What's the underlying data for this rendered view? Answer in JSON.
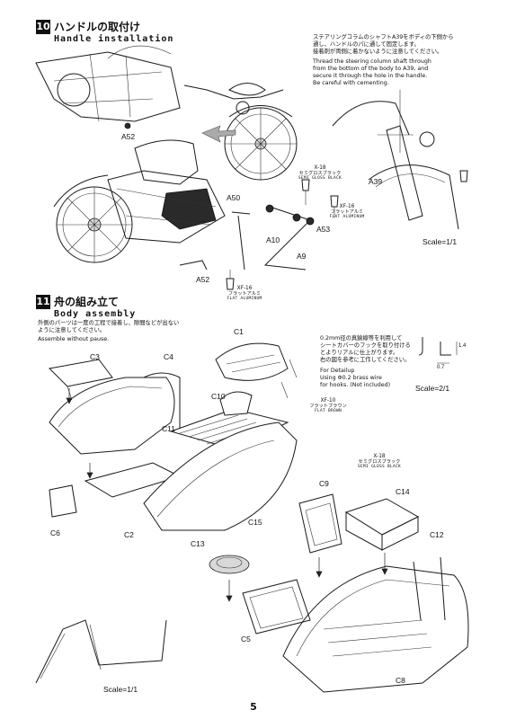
{
  "step10": {
    "number": "10",
    "title_jp": "ハンドルの取付け",
    "title_en": "Handle installation",
    "note_jp": [
      "ステアリングコラムのシャフトA39をボディの下側から",
      "通し、ハンドルのパに通して固定します。",
      "接着剤が両側に着かないように注意してください。"
    ],
    "note_en": [
      "Thread the steering column shaft through",
      "from the bottom of the body to A39, and",
      "secure it through the hole in the handle.",
      "Be careful with cementing."
    ],
    "labels": {
      "a52_top": "A52",
      "a50": "A50",
      "a10": "A10",
      "a53": "A53",
      "a9": "A9",
      "a52_bottom": "A52",
      "a39": "A39"
    },
    "paint_x18": {
      "code": "X-18",
      "jp": "セミグロスブラック",
      "en": "SEMI GLOSS BLACK"
    },
    "paint_xf16_a": {
      "code": "XF-16",
      "jp": "フラットアルミ",
      "en": "FLAT ALUMINUM"
    },
    "paint_xf16_b": {
      "code": "XF-16",
      "jp": "フラットアルミ",
      "en": "FLAT ALUMINUM"
    },
    "scale": "Scale=1/1"
  },
  "step11": {
    "number": "11",
    "title_jp": "舟の組み立て",
    "title_en": "Body assembly",
    "note_jp": [
      "外側のパーツは一度の工程で接着し、隙間などが出ない",
      "ように注意してください。"
    ],
    "note_en": [
      "Assemble without pause."
    ],
    "detail_jp": [
      "0.2mm径の真鍮線等を利用して",
      "シートカバーのフックを取り付ける",
      "とよりリアルに仕上がります。",
      "右の図を参考に工作してください。"
    ],
    "detail_en": [
      "For Detailup",
      "Using Φ0.2 brass wire",
      "for hooks. (Not included)"
    ],
    "dim_a": "1.4",
    "dim_b": "0.7",
    "scale_small": "Scale=2/1",
    "labels": {
      "c1": "C1",
      "c3": "C3",
      "c4": "C4",
      "c10": "C10",
      "c11": "C11",
      "c2": "C2",
      "c6": "C6",
      "c15": "C15",
      "c9": "C9",
      "c14": "C14",
      "c13": "C13",
      "c12": "C12",
      "c5": "C5",
      "c8": "C8"
    },
    "paint_xf10": {
      "code": "XF-10",
      "jp": "フラットブラウン",
      "en": "FLAT BROWN"
    },
    "paint_x18": {
      "code": "X-18",
      "jp": "セミグロスブラック",
      "en": "SEMI GLOSS BLACK"
    },
    "scale": "Scale=1/1"
  },
  "page_number": "5"
}
